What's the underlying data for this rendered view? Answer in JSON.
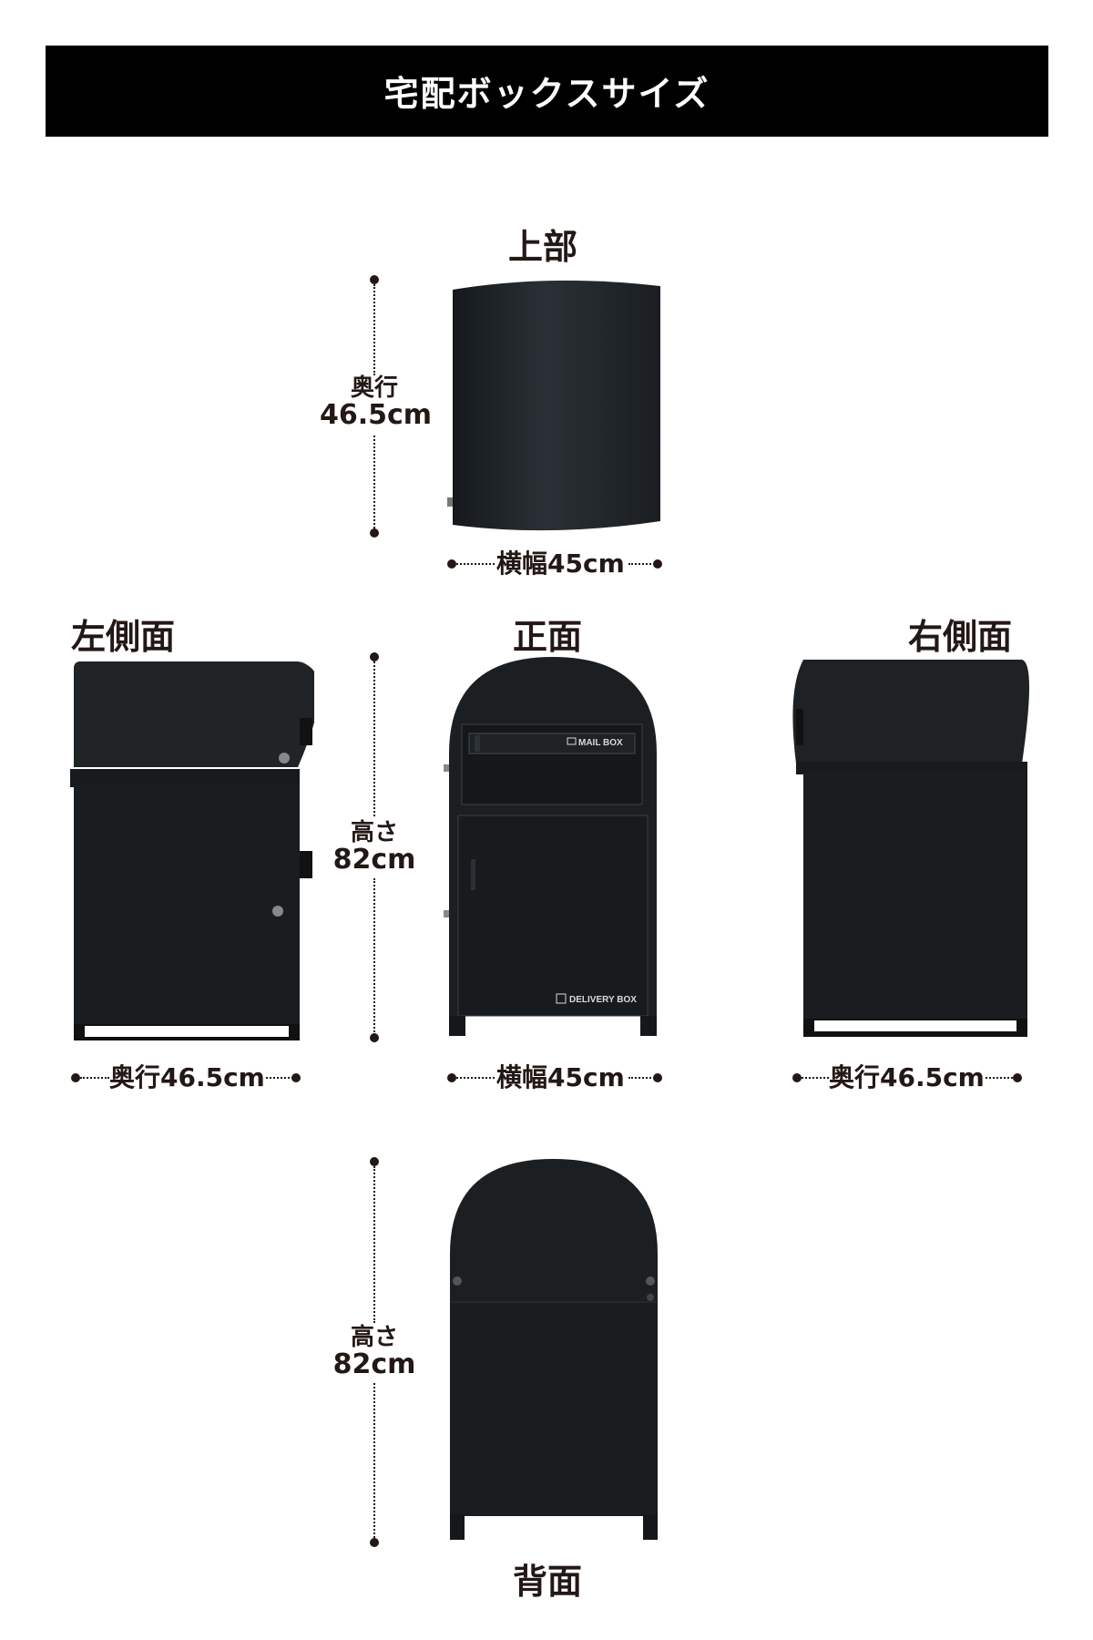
{
  "title": "宅配ボックスサイズ",
  "views": {
    "top": "上部",
    "left": "左側面",
    "front": "正面",
    "right": "右側面",
    "back": "背面"
  },
  "dims": {
    "top_depth": {
      "label": "奥行",
      "value": "46.5cm"
    },
    "top_width": "横幅45cm",
    "front_height": {
      "label": "高さ",
      "value": "82cm"
    },
    "left_depth": "奥行46.5cm",
    "front_width": "横幅45cm",
    "right_depth": "奥行46.5cm",
    "back_height": {
      "label": "高さ",
      "value": "82cm"
    }
  },
  "product_labels": {
    "mail": "MAIL BOX",
    "delivery": "DELIVERY BOX"
  },
  "colors": {
    "banner": "#000000",
    "text": "#231815",
    "box": "#1c1f21"
  }
}
